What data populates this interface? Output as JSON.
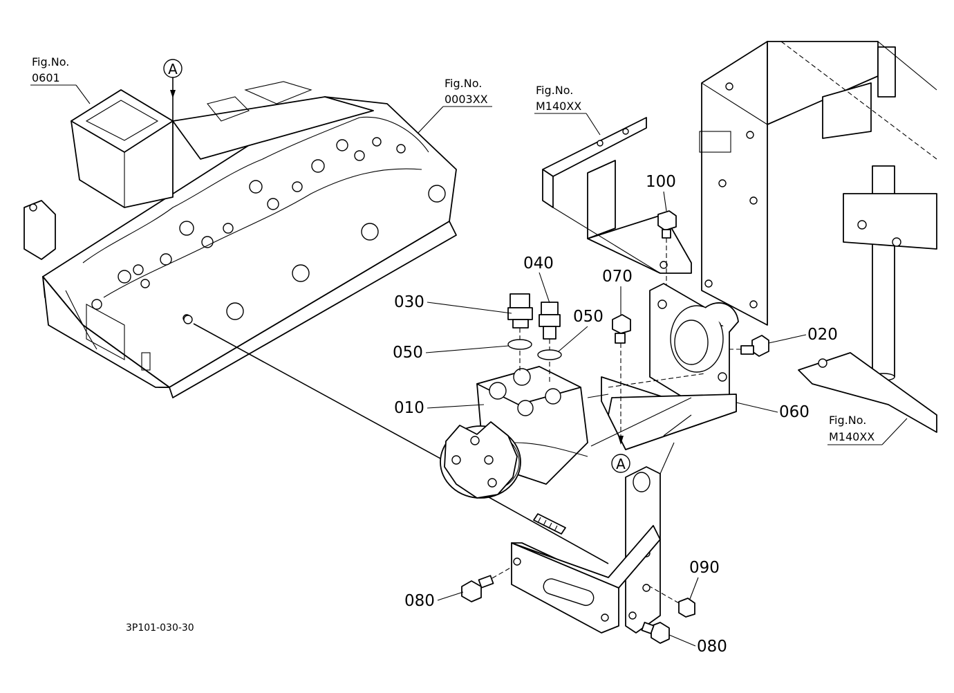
{
  "fig_refs": [
    {
      "id": "fig-0601",
      "line1": "Fig.No.",
      "line2": "0601"
    },
    {
      "id": "fig-0003xx",
      "line1": "Fig.No.",
      "line2": "0003XX"
    },
    {
      "id": "fig-m140xx-top",
      "line1": "Fig.No.",
      "line2": "M140XX"
    },
    {
      "id": "fig-m140xx-right",
      "line1": "Fig.No.",
      "line2": "M140XX"
    }
  ],
  "parts": {
    "p010": "010",
    "p020": "020",
    "p030": "030",
    "p040": "040",
    "p050a": "050",
    "p050b": "050",
    "p060": "060",
    "p070": "070",
    "p080a": "080",
    "p080b": "080",
    "p090": "090",
    "p100": "100"
  },
  "markers": {
    "top": "A",
    "bottom": "A"
  },
  "diagram_code": "3P101-030-30"
}
